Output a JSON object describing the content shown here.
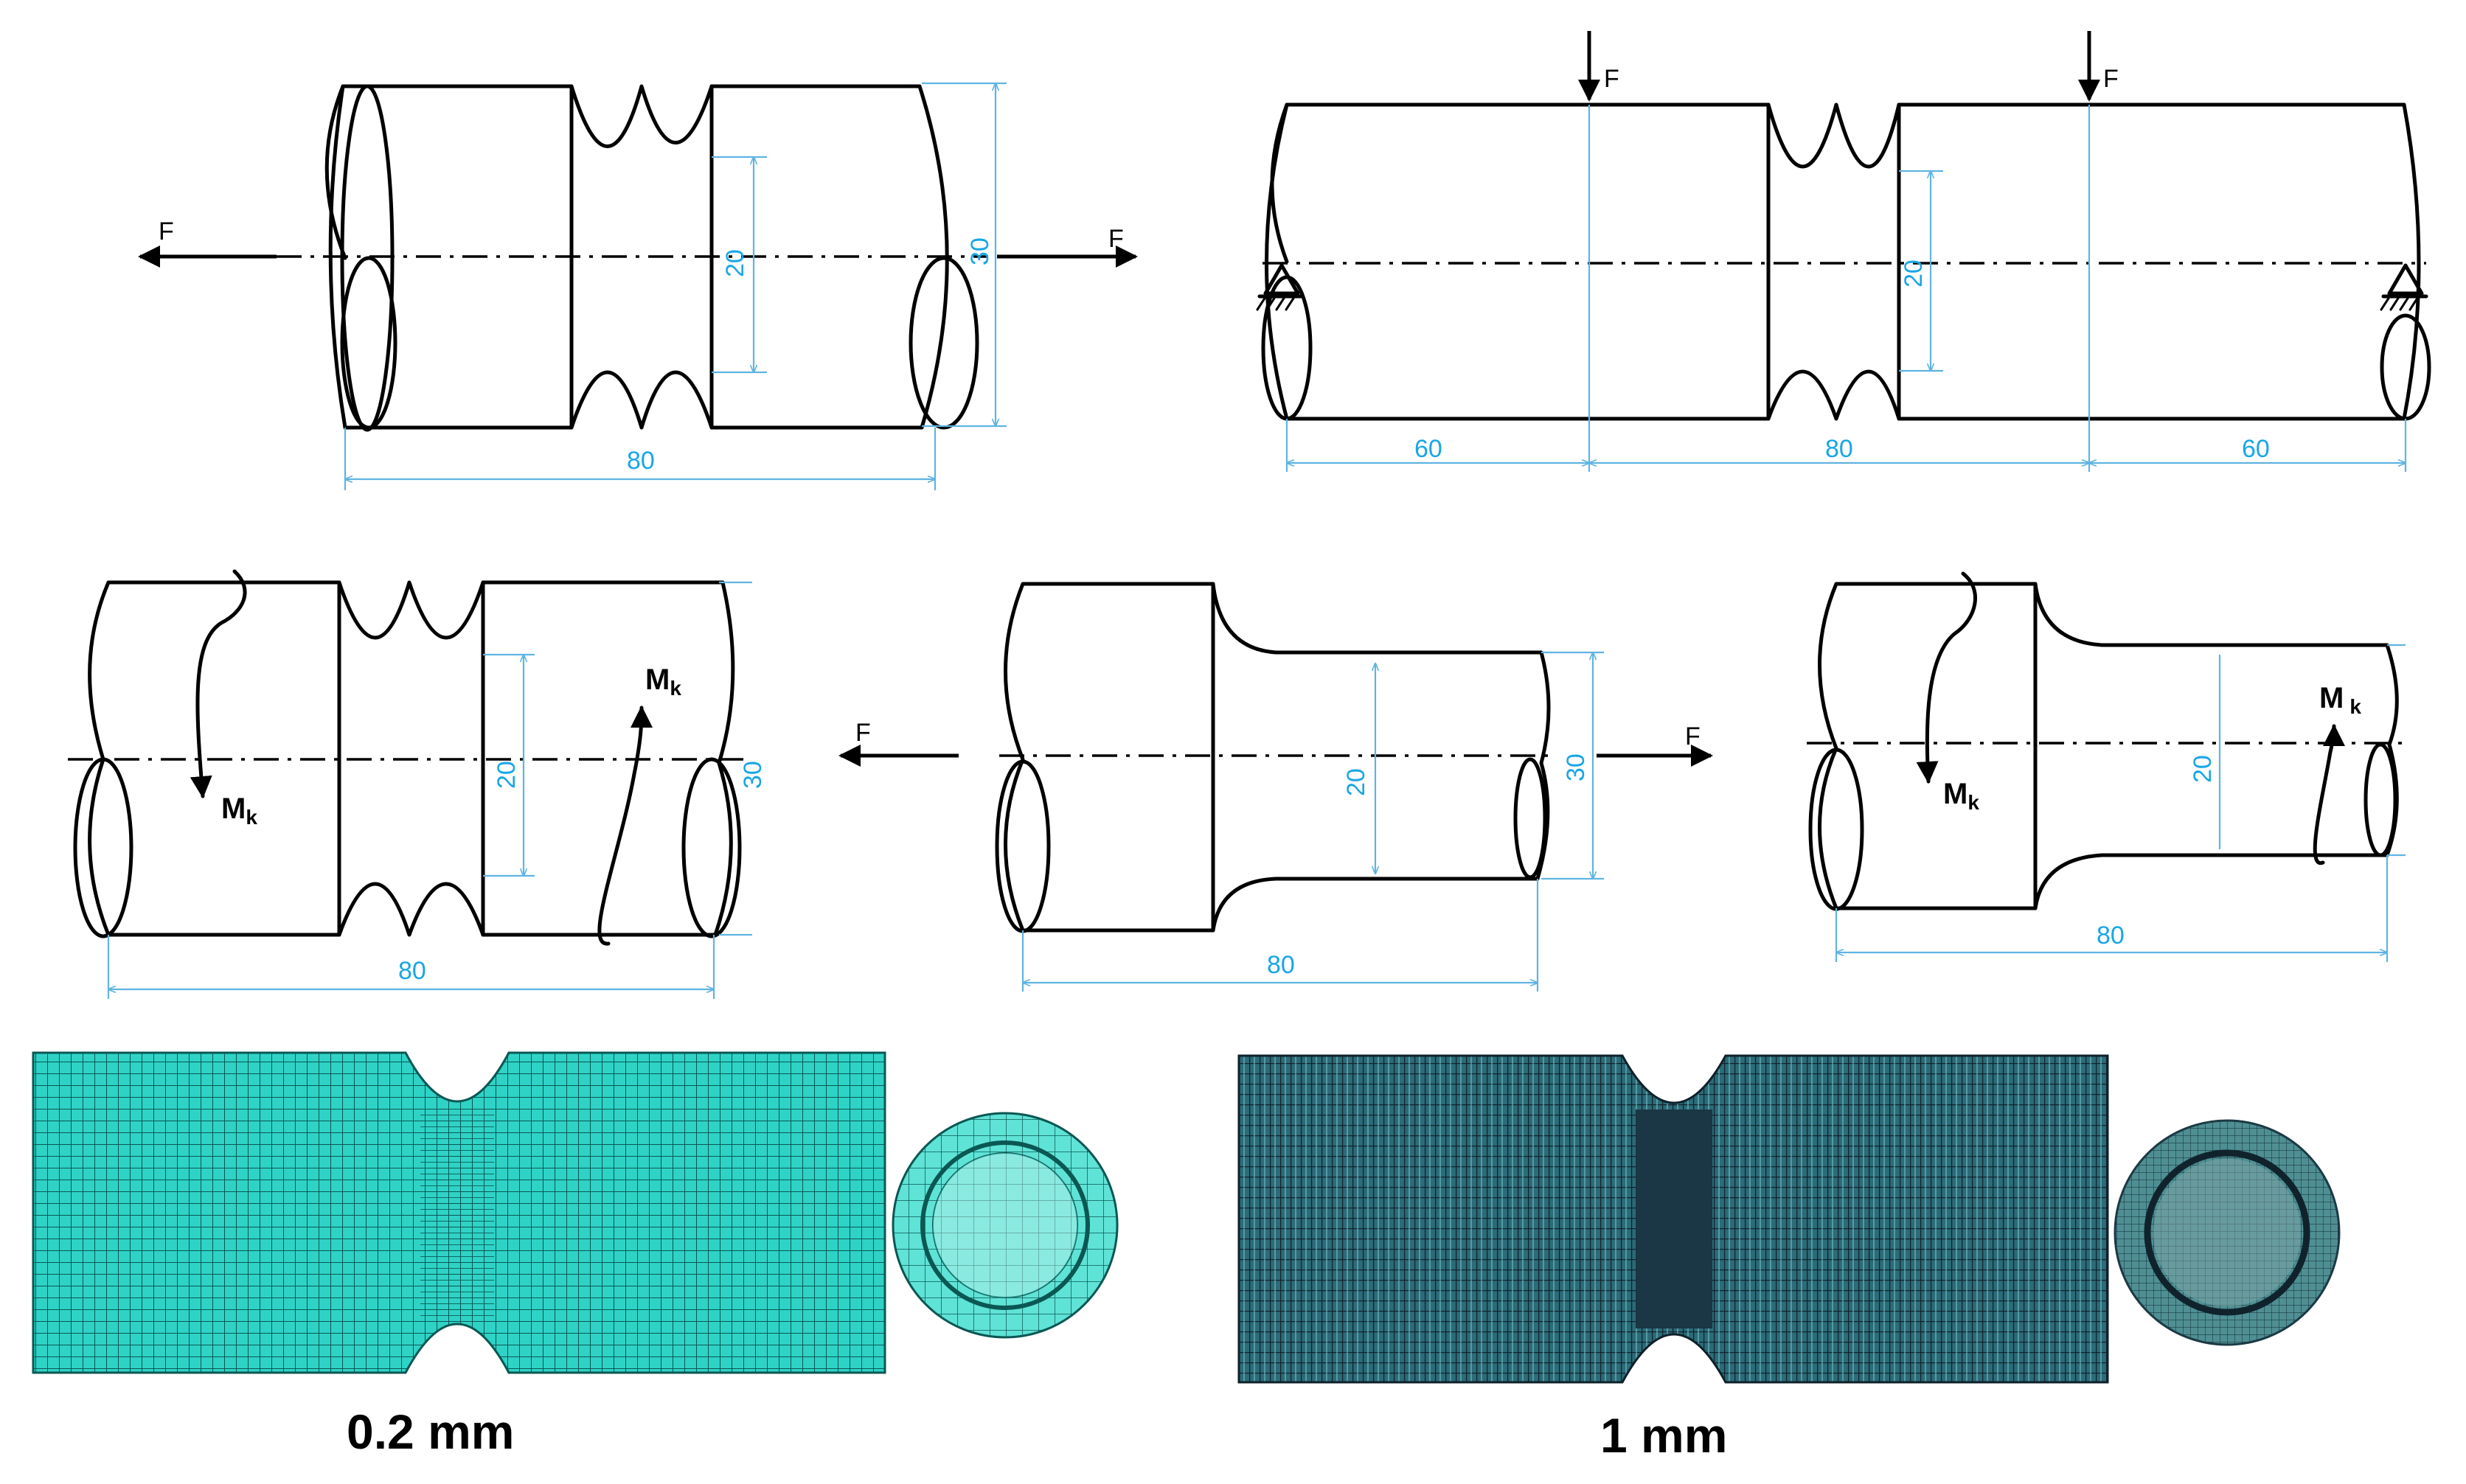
{
  "labels": {
    "force": "F",
    "moment": "M",
    "moment_sub": "k"
  },
  "dims": {
    "tension_notched_length": "80",
    "tension_notched_neck": "20",
    "tension_notched_diameter": "30",
    "bending_left_span": "60",
    "bending_middle_span": "80",
    "bending_right_span": "60",
    "bending_neck": "20",
    "torsion_notched_length": "80",
    "torsion_notched_neck": "20",
    "torsion_notched_diameter": "30",
    "tension_shoulder_length": "80",
    "tension_shoulder_neck": "20",
    "tension_shoulder_diameter": "30",
    "torsion_shoulder_length": "80",
    "torsion_shoulder_neck": "20"
  },
  "mesh": {
    "fine_caption": "0.2 mm",
    "coarse_caption": "1 mm",
    "fine_color": "#2ed3c6",
    "coarse_color": "#1e4a58"
  }
}
